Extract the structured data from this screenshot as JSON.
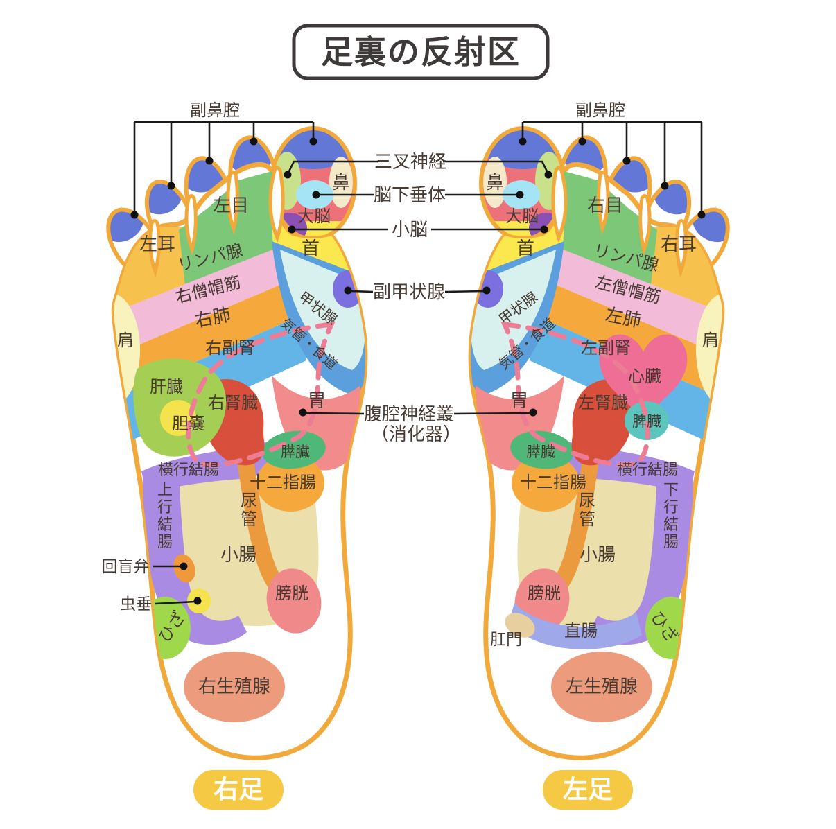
{
  "title": "足裏の反射区",
  "right_foot": {
    "caption": "右足",
    "sinus": "副鼻腔",
    "zones": {
      "ear": "左耳",
      "eye": "左目",
      "nose": "鼻",
      "cerebrum": "大脳",
      "neck": "首",
      "lymph": "リンパ腺",
      "trapezius": "右僧帽筋",
      "lung": "右肺",
      "shoulder": "肩",
      "thyroid": "甲状腺",
      "trachea_esophagus": "気管・食道",
      "adrenal": "右副腎",
      "liver": "肝臓",
      "gallbladder": "胆嚢",
      "kidney": "右腎臓",
      "stomach": "胃",
      "pancreas": "膵臓",
      "transverse_colon": "横行結腸",
      "duodenum": "十二指腸",
      "ascending_colon": "上行結腸",
      "ureter": "尿管",
      "small_intestine": "小腸",
      "ileocecal_valve": "回盲弁",
      "appendix": "虫垂",
      "bladder": "膀胱",
      "knee": "ひざ",
      "gonad": "右生殖腺"
    }
  },
  "left_foot": {
    "caption": "左足",
    "sinus": "副鼻腔",
    "zones": {
      "ear": "右耳",
      "eye": "右目",
      "nose": "鼻",
      "cerebrum": "大脳",
      "neck": "首",
      "lymph": "リンパ腺",
      "trapezius": "左僧帽筋",
      "lung": "左肺",
      "shoulder": "肩",
      "thyroid": "甲状腺",
      "trachea_esophagus": "気管・食道",
      "adrenal": "左副腎",
      "heart": "心臓",
      "spleen": "脾臓",
      "kidney": "左腎臓",
      "stomach": "胃",
      "pancreas": "膵臓",
      "transverse_colon": "横行結腸",
      "duodenum": "十二指腸",
      "descending_colon": "下行結腸",
      "ureter": "尿管",
      "small_intestine": "小腸",
      "rectum": "直腸",
      "anus": "肛門",
      "bladder": "膀胱",
      "knee": "ひざ",
      "gonad": "左生殖腺"
    }
  },
  "center_labels": {
    "trigeminal_nerve": "三叉神経",
    "pituitary": "脳下垂体",
    "cerebellum": "小脳",
    "parathyroid": "副甲状腺",
    "celiac_plexus": "腹腔神経叢",
    "celiac_plexus_sub": "（消化器）"
  },
  "colors": {
    "outline": "#F2A93C",
    "sinus_blue": "#6377D6",
    "cerebrum_red": "#ED7179",
    "trigeminal_green": "#C8E18A",
    "nose_cream": "#F4EACA",
    "pituitary_blue": "#A5E4F5",
    "cerebellum_purple": "#8B50B3",
    "neck_yellow": "#FBE84E",
    "eye_green": "#7CC878",
    "ear_orange": "#F7C14E",
    "lymph_pink": "#F2BCD9",
    "trapezius_orange": "#F5A93C",
    "lung_blue": "#63B5E8",
    "shoulder_cream": "#F8F3BC",
    "thyroid_cyan": "#D8F1EF",
    "trachea_blue": "#5B9FDC",
    "parathyroid_purple": "#7C70E0",
    "stomach_salmon": "#F28B8B",
    "liver_green": "#A5CE55",
    "gallbladder_yellow": "#F5E34E",
    "kidney_red": "#D8503C",
    "pancreas_green": "#4FB878",
    "colon_purple": "#A98BE3",
    "duodenum_orange": "#F5A93C",
    "ureter_orange": "#EC9A3E",
    "intestine_tan": "#EBDFAC",
    "ileocecal_orange": "#F0983C",
    "appendix_yellow": "#F5E34E",
    "knee_green": "#A0D84C",
    "bladder_pink": "#F08A8A",
    "gonad_salmon": "#EC9C7D",
    "heart_pink": "#EE6E95",
    "spleen_teal": "#5BC5BE",
    "rectum_periwinkle": "#9FA8E8",
    "anus_tan": "#E8CFA0",
    "dashed_line_pink": "#ED7D95",
    "caption_yellow": "#F6C944",
    "text_dark": "#473B33",
    "background": "#FFFFFF"
  }
}
